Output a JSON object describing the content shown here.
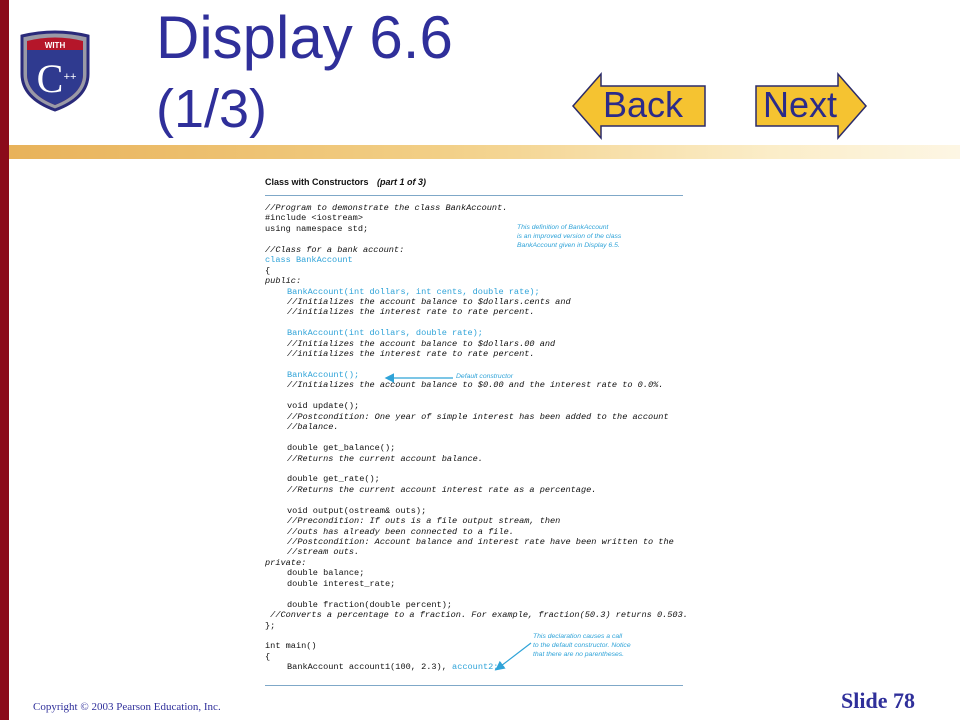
{
  "logo": {
    "top_text": "WITH",
    "letter": "C",
    "suffix": "++"
  },
  "title": {
    "line1": "Display 6.6",
    "line2": "(1/3)"
  },
  "nav": {
    "back_label": "Back",
    "next_label": "Next"
  },
  "figure": {
    "heading": "Class with Constructors",
    "part": "(part 1 of 3)",
    "code": [
      {
        "text": "//Program to demonstrate the class BankAccount.",
        "style": "cm",
        "indent": 0
      },
      {
        "text": "#include <iostream>",
        "style": "",
        "indent": 0
      },
      {
        "text": "using namespace std;",
        "style": "",
        "indent": 0
      },
      {
        "text": "",
        "style": "",
        "indent": 0
      },
      {
        "text": "//Class for a bank account:",
        "style": "cm",
        "indent": 0
      },
      {
        "text": "class BankAccount",
        "style": "bl",
        "indent": 0
      },
      {
        "text": "{",
        "style": "",
        "indent": 0
      },
      {
        "text": "public:",
        "style": "kw",
        "indent": 0
      },
      {
        "text": "BankAccount(int dollars, int cents, double rate);",
        "style": "bl",
        "indent": 1
      },
      {
        "text": "//Initializes the account balance to $dollars.cents and",
        "style": "cm",
        "indent": 1
      },
      {
        "text": "//initializes the interest rate to rate percent.",
        "style": "cm",
        "indent": 1
      },
      {
        "text": "",
        "style": "",
        "indent": 0
      },
      {
        "text": "BankAccount(int dollars, double rate);",
        "style": "bl",
        "indent": 1
      },
      {
        "text": "//Initializes the account balance to $dollars.00 and",
        "style": "cm",
        "indent": 1
      },
      {
        "text": "//initializes the interest rate to rate percent.",
        "style": "cm",
        "indent": 1
      },
      {
        "text": "",
        "style": "",
        "indent": 0
      },
      {
        "text": "BankAccount();",
        "style": "bl",
        "indent": 1
      },
      {
        "text": "//Initializes the account balance to $0.00 and the interest rate to 0.0%.",
        "style": "cm",
        "indent": 1
      },
      {
        "text": "",
        "style": "",
        "indent": 0
      },
      {
        "text": "void update();",
        "style": "",
        "indent": 1
      },
      {
        "text": "//Postcondition: One year of simple interest has been added to the account",
        "style": "cm",
        "indent": 1
      },
      {
        "text": "//balance.",
        "style": "cm",
        "indent": 1
      },
      {
        "text": "",
        "style": "",
        "indent": 0
      },
      {
        "text": "double get_balance();",
        "style": "",
        "indent": 1
      },
      {
        "text": "//Returns the current account balance.",
        "style": "cm",
        "indent": 1
      },
      {
        "text": "",
        "style": "",
        "indent": 0
      },
      {
        "text": "double get_rate();",
        "style": "",
        "indent": 1
      },
      {
        "text": "//Returns the current account interest rate as a percentage.",
        "style": "cm",
        "indent": 1
      },
      {
        "text": "",
        "style": "",
        "indent": 0
      },
      {
        "text": "void output(ostream& outs);",
        "style": "",
        "indent": 1
      },
      {
        "text": "//Precondition: If outs is a file output stream, then",
        "style": "cm",
        "indent": 1
      },
      {
        "text": "//outs has already been connected to a file.",
        "style": "cm",
        "indent": 1
      },
      {
        "text": "//Postcondition: Account balance and interest rate have been written to the",
        "style": "cm",
        "indent": 1
      },
      {
        "text": "//stream outs.",
        "style": "cm",
        "indent": 1
      },
      {
        "text": "private:",
        "style": "kw",
        "indent": 0
      },
      {
        "text": "double balance;",
        "style": "",
        "indent": 1
      },
      {
        "text": "double interest_rate;",
        "style": "",
        "indent": 1
      },
      {
        "text": "",
        "style": "",
        "indent": 0
      },
      {
        "text": "double fraction(double percent);",
        "style": "",
        "indent": 1
      },
      {
        "text": " //Converts a percentage to a fraction. For example, fraction(50.3) returns 0.503.",
        "style": "cm",
        "indent": 0
      },
      {
        "text": "};",
        "style": "",
        "indent": 0
      },
      {
        "text": "",
        "style": "",
        "indent": 0
      },
      {
        "text": "int main()",
        "style": "",
        "indent": 0
      },
      {
        "text": "{",
        "style": "",
        "indent": 0
      },
      {
        "text": "BankAccount account1(100, 2.3), ",
        "style": "",
        "indent": 1,
        "tail": "account2;"
      }
    ],
    "note_definition": [
      "This definition of BankAccount",
      "is an improved version of the class",
      "BankAccount given in Display 6.5."
    ],
    "note_default_constructor": "Default constructor",
    "note_declaration": [
      "This declaration causes a call",
      "to the default constructor. Notice",
      "that there are no parentheses."
    ]
  },
  "footer": {
    "copyright": "Copyright © 2003 Pearson Education, Inc.",
    "slide_number": "Slide 78"
  },
  "colors": {
    "title": "#2f2f9a",
    "accent_bar": "#8b0a1a",
    "button_fill": "#f5c331",
    "code_highlight": "#2fa3d8"
  }
}
